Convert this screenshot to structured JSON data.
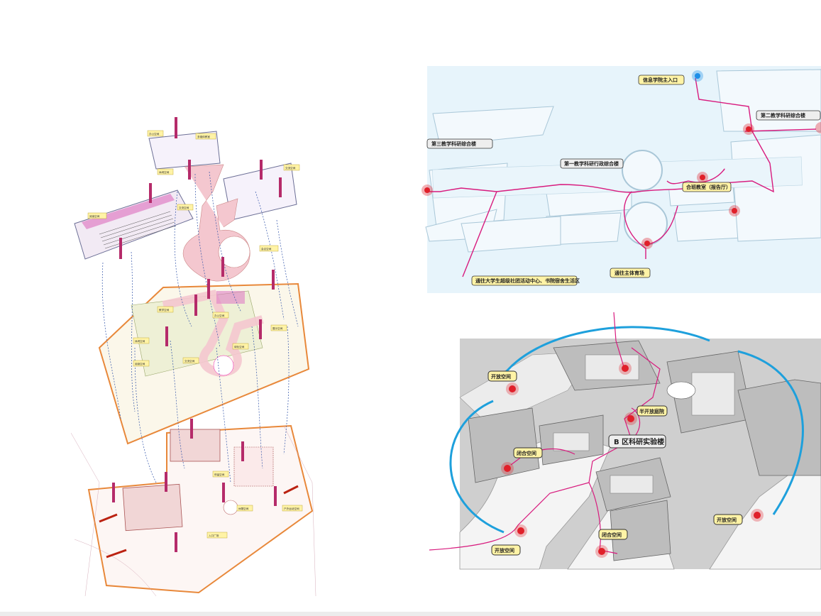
{
  "colors": {
    "magenta": "#d81b7e",
    "orange": "#e8883a",
    "cyan": "#1ea0dc",
    "red_marker": "#e0202a",
    "blue_marker": "#1e8fe8",
    "label_yellow": "#fff3a6",
    "label_gray": "#eeeeee",
    "pink_floor": "#f4c7cf"
  },
  "top_right": {
    "labels": {
      "main_entrance": "信息学院主入口",
      "building_2": "第二教学科研综合楼",
      "building_3": "第三教学科研综合楼",
      "building_1": "第一教学科研行政综合楼",
      "lecture_hall": "合班教室（报告厅）",
      "plaza": "通往主体育场",
      "student_center": "通往大学生超级社团活动中心、书院宿舍生活区"
    }
  },
  "bottom_right": {
    "labels": {
      "open_space_tl": "开放空间",
      "semi_open": "半开放庭院",
      "building_title": "B 区科研实验楼",
      "closed_space_left": "闭合空间",
      "closed_space_bottom": "闭合空间",
      "open_space_right": "开放空间",
      "open_space_bottom": "开放空间"
    }
  },
  "left_axon": {
    "labels": [
      "办公空间",
      "多媒体教室",
      "休闲空间",
      "交流空间",
      "阅读空间",
      "交流空间",
      "会议空间",
      "教学空间",
      "休闲空间",
      "办公空间",
      "展示空间",
      "交流空间",
      "阅读空间",
      "绿化空间",
      "停留空间",
      "休憩空间",
      "户外运动空间",
      "入口广场"
    ]
  }
}
